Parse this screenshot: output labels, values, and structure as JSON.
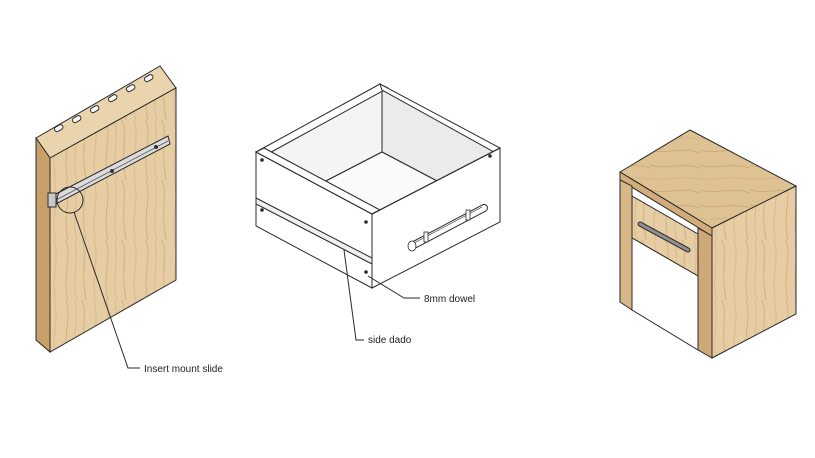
{
  "colors": {
    "background": "#ffffff",
    "wood_light": "#e6cda3",
    "wood_mid": "#d8b889",
    "wood_dark": "#c29a64",
    "line": "#2a2a2a",
    "drawer_white": "#ffffff",
    "drawer_shade": "#eeeeee",
    "metal": "#9a9a9a"
  },
  "callouts": {
    "insert_mount_slide": "Insert mount slide",
    "dowel": "8mm dowel",
    "side_dado": "side dado"
  },
  "figures": [
    {
      "name": "side-panel-with-slide"
    },
    {
      "name": "drawer-box"
    },
    {
      "name": "assembled-nightstand"
    }
  ]
}
